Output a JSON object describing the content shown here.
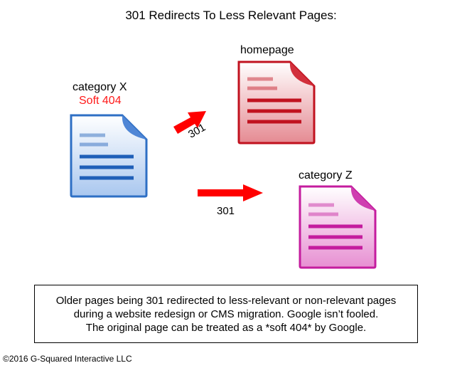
{
  "title": "301 Redirects To Less Relevant Pages:",
  "source_page": {
    "label": "category X",
    "status_label": "Soft 404",
    "colors": {
      "fill_top": "#ffffff",
      "fill_bottom": "#a9c7ef",
      "stroke": "#2e6fc4",
      "lines": "#1f5fb8",
      "fold": "#4f86d6"
    }
  },
  "targets": [
    {
      "label": "homepage",
      "colors": {
        "fill_top": "#ffffff",
        "fill_bottom": "#e58a92",
        "stroke": "#c1121f",
        "lines": "#c1121f",
        "fold": "#d2303c"
      }
    },
    {
      "label": "category Z",
      "colors": {
        "fill_top": "#ffffff",
        "fill_bottom": "#e78fd2",
        "stroke": "#c41c9e",
        "lines": "#c41c9e",
        "fold": "#cf3eb0"
      }
    }
  ],
  "arrows": [
    {
      "label": "301",
      "color": "#ff0000"
    },
    {
      "label": "301",
      "color": "#ff0000"
    }
  ],
  "note": {
    "line1": "Older pages being 301 redirected to less-relevant or non-relevant pages",
    "line2": "during a website redesign or CMS migration. Google isn’t fooled.",
    "line3": "The original page can be treated as a *soft 404* by Google."
  },
  "copyright": "©2016 G-Squared Interactive LLC"
}
